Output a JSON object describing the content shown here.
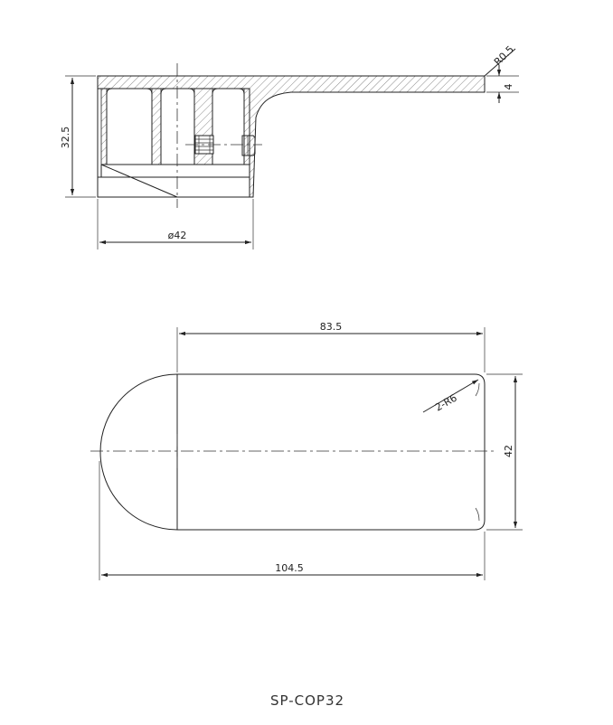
{
  "drawing": {
    "part_code": "SP-COP32",
    "side_view": {
      "dim_height": "32.5",
      "dim_diameter": "ø42",
      "dim_radius": "R0.5",
      "dim_thickness": "4"
    },
    "top_view": {
      "dim_handle_length": "83.5",
      "dim_corner_radius": "2-R6",
      "dim_width": "42",
      "dim_overall_length": "104.5"
    }
  }
}
